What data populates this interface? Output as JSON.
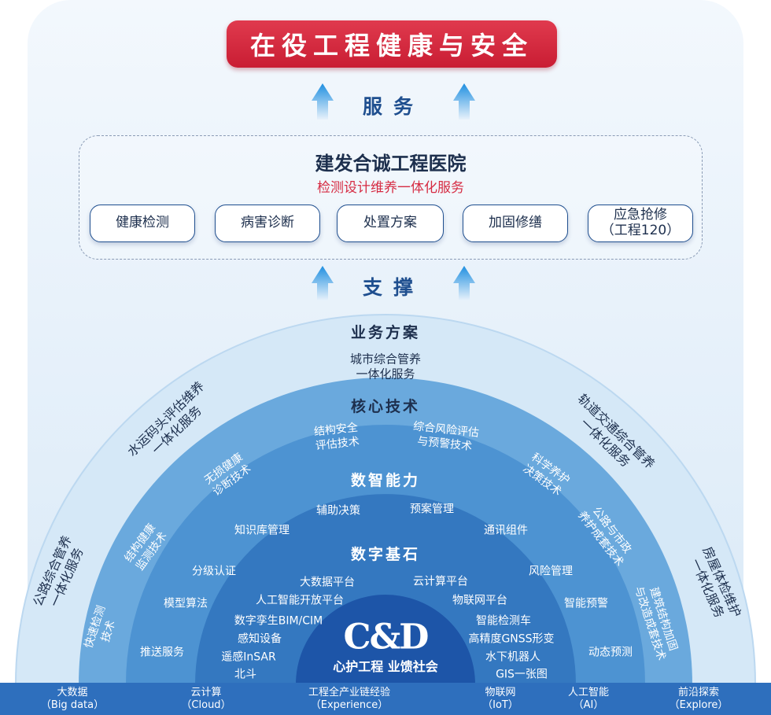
{
  "header": {
    "title": "在役工程健康与安全",
    "service_label": "服务",
    "support_label": "支撑"
  },
  "hospital": {
    "title": "建发合诚工程医院",
    "subtitle": "检测设计维养一体化服务",
    "services": [
      {
        "line1": "健康检测",
        "line2": ""
      },
      {
        "line1": "病害诊断",
        "line2": ""
      },
      {
        "line1": "处置方案",
        "line2": ""
      },
      {
        "line1": "加固修缮",
        "line2": ""
      },
      {
        "line1": "应急抢修",
        "line2": "（工程120）"
      }
    ]
  },
  "rings": {
    "business": {
      "title": "业务方案",
      "center": [
        "城市综合管养",
        "一体化服务"
      ],
      "items": [
        [
          "水运码头评估维养",
          "一体化服务"
        ],
        [
          "轨道交通综合管养",
          "一体化服务"
        ],
        [
          "公路综合管养",
          "一体化服务"
        ],
        [
          "房屋体检维护",
          "一体化服务"
        ]
      ]
    },
    "core": {
      "title": "核心技术",
      "items": [
        [
          "结构安全",
          "评估技术"
        ],
        [
          "综合风险评估",
          "与预警技术"
        ],
        [
          "无损健康",
          "诊断技术"
        ],
        [
          "科学养护",
          "决策技术"
        ],
        [
          "结构健康",
          "监测技术"
        ],
        [
          "公路与市政",
          "养护成套技术"
        ],
        [
          "快速检测",
          "技术"
        ],
        [
          "建筑结构加固",
          "与改造成套技术"
        ]
      ]
    },
    "smart": {
      "title": "数智能力",
      "items": [
        "辅助决策",
        "预案管理",
        "知识库管理",
        "通讯组件",
        "分级认证",
        "风险管理",
        "模型算法",
        "智能预警",
        "推送服务",
        "动态预测"
      ]
    },
    "foundation": {
      "title": "数字基石",
      "items": [
        "大数据平台",
        "云计算平台",
        "人工智能开放平台",
        "物联网平台",
        "数字孪生BIM/CIM",
        "智能检测车",
        "感知设备",
        "高精度GNSS形变",
        "遥感InSAR",
        "水下机器人",
        "北斗",
        "GIS一张图"
      ]
    }
  },
  "core_badge": {
    "logo": "C&D",
    "slogan": "心护工程  业馈社会"
  },
  "bottom_bar": [
    {
      "cn": "大数据",
      "en": "（Big data）"
    },
    {
      "cn": "云计算",
      "en": "（Cloud）"
    },
    {
      "cn": "工程全产业链经验",
      "en": "（Experience）"
    },
    {
      "cn": "物联网",
      "en": "（IoT）"
    },
    {
      "cn": "人工智能",
      "en": "（AI）"
    },
    {
      "cn": "前沿探索",
      "en": "（Explore）"
    }
  ],
  "colors": {
    "banner_red": "#d42a40",
    "bg_light": "#e8f2fb",
    "ring_business": "#d5e8f7",
    "ring_core": "#6aa9dd",
    "ring_smart": "#4d93d2",
    "ring_foundation": "#3478c0",
    "core_dark": "#1d55a8",
    "bottom_bar": "#2e6fbd"
  }
}
